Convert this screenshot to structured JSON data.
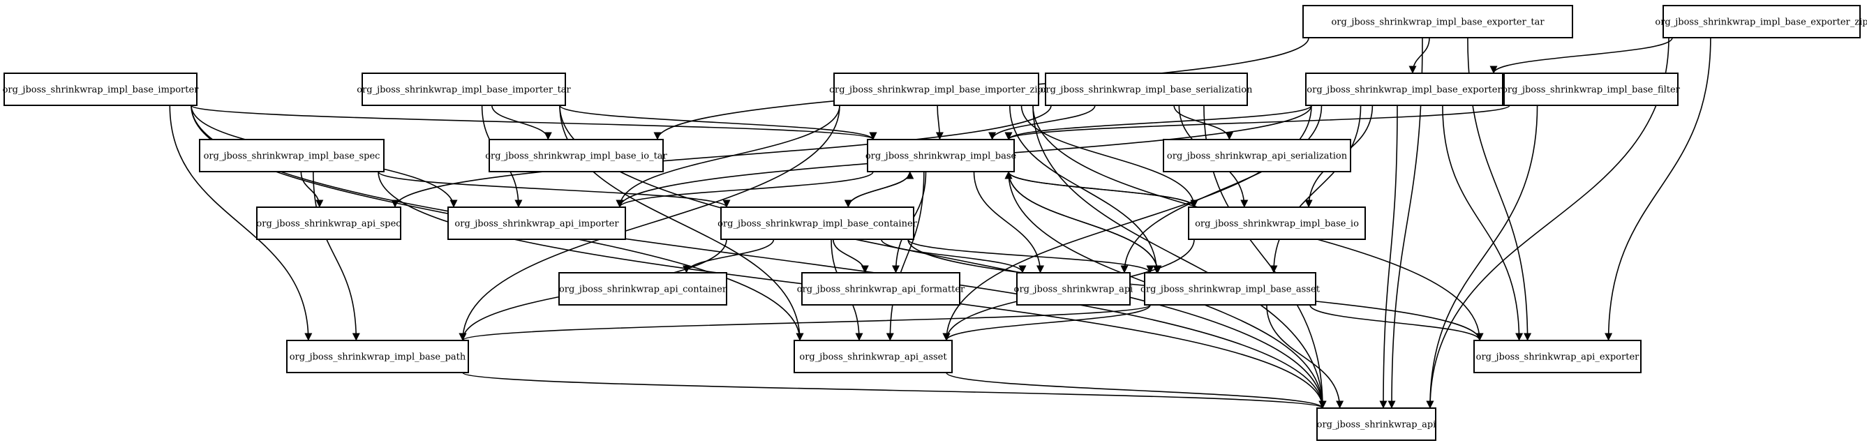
{
  "diagram": {
    "nodes": [
      {
        "id": "exporter_tar",
        "label": "org_jboss_shrinkwrap_impl_base_exporter_tar"
      },
      {
        "id": "exporter_zip",
        "label": "org_jboss_shrinkwrap_impl_base_exporter_zip"
      },
      {
        "id": "importer",
        "label": "org_jboss_shrinkwrap_impl_base_importer"
      },
      {
        "id": "importer_tar",
        "label": "org_jboss_shrinkwrap_impl_base_importer_tar"
      },
      {
        "id": "importer_zip",
        "label": "org_jboss_shrinkwrap_impl_base_importer_zip"
      },
      {
        "id": "serialization",
        "label": "org_jboss_shrinkwrap_impl_base_serialization"
      },
      {
        "id": "exporter",
        "label": "org_jboss_shrinkwrap_impl_base_exporter"
      },
      {
        "id": "filter",
        "label": "org_jboss_shrinkwrap_impl_base_filter"
      },
      {
        "id": "spec",
        "label": "org_jboss_shrinkwrap_impl_base_spec"
      },
      {
        "id": "base",
        "label": "org_jboss_shrinkwrap_impl_base"
      },
      {
        "id": "io_tar",
        "label": "org_jboss_shrinkwrap_impl_base_io_tar"
      },
      {
        "id": "api_serialization",
        "label": "org_jboss_shrinkwrap_api_serialization"
      },
      {
        "id": "api_spec",
        "label": "org_jboss_shrinkwrap_api_spec"
      },
      {
        "id": "api_importer",
        "label": "org_jboss_shrinkwrap_api_importer"
      },
      {
        "id": "container",
        "label": "org_jboss_shrinkwrap_impl_base_container"
      },
      {
        "id": "io",
        "label": "org_jboss_shrinkwrap_impl_base_io"
      },
      {
        "id": "api_container",
        "label": "org_jboss_shrinkwrap_api_container"
      },
      {
        "id": "api_formatter",
        "label": "org_jboss_shrinkwrap_api_formatter"
      },
      {
        "id": "shrinkwrap_api_mid",
        "label": "org_jboss_shrinkwrap_api"
      },
      {
        "id": "asset",
        "label": "org_jboss_shrinkwrap_impl_base_asset"
      },
      {
        "id": "path",
        "label": "org_jboss_shrinkwrap_impl_base_path"
      },
      {
        "id": "api_asset",
        "label": "org_jboss_shrinkwrap_api_asset"
      },
      {
        "id": "api_exporter",
        "label": "org_jboss_shrinkwrap_api_exporter"
      },
      {
        "id": "shrinkwrap_api",
        "label": "org_jboss_shrinkwrap_api"
      }
    ],
    "edges": [
      [
        "exporter_tar",
        "exporter"
      ],
      [
        "exporter_tar",
        "io_tar"
      ],
      [
        "exporter_tar",
        "api_exporter"
      ],
      [
        "exporter_tar",
        "shrinkwrap_api"
      ],
      [
        "exporter_zip",
        "exporter"
      ],
      [
        "exporter_zip",
        "api_exporter"
      ],
      [
        "exporter_zip",
        "shrinkwrap_api"
      ],
      [
        "importer",
        "base"
      ],
      [
        "importer",
        "api_importer"
      ],
      [
        "importer",
        "path"
      ],
      [
        "importer",
        "api_asset"
      ],
      [
        "importer",
        "shrinkwrap_api"
      ],
      [
        "importer_tar",
        "base"
      ],
      [
        "importer_tar",
        "io_tar"
      ],
      [
        "importer_tar",
        "api_importer"
      ],
      [
        "importer_tar",
        "api_asset"
      ],
      [
        "importer_tar",
        "shrinkwrap_api"
      ],
      [
        "importer_zip",
        "base"
      ],
      [
        "importer_zip",
        "api_importer"
      ],
      [
        "importer_zip",
        "io"
      ],
      [
        "importer_zip",
        "asset"
      ],
      [
        "importer_zip",
        "path"
      ],
      [
        "importer_zip",
        "api_exporter"
      ],
      [
        "importer_zip",
        "shrinkwrap_api"
      ],
      [
        "serialization",
        "base"
      ],
      [
        "serialization",
        "api_serialization"
      ],
      [
        "serialization",
        "io"
      ],
      [
        "serialization",
        "api_spec"
      ],
      [
        "serialization",
        "shrinkwrap_api"
      ],
      [
        "exporter",
        "base"
      ],
      [
        "exporter",
        "io"
      ],
      [
        "exporter",
        "asset"
      ],
      [
        "exporter",
        "api_exporter"
      ],
      [
        "exporter",
        "api_asset"
      ],
      [
        "exporter",
        "shrinkwrap_api_mid"
      ],
      [
        "exporter",
        "shrinkwrap_api"
      ],
      [
        "exporter",
        "api_importer"
      ],
      [
        "filter",
        "base"
      ],
      [
        "filter",
        "shrinkwrap_api"
      ],
      [
        "spec",
        "api_spec"
      ],
      [
        "spec",
        "container"
      ],
      [
        "spec",
        "path"
      ],
      [
        "spec",
        "shrinkwrap_api"
      ],
      [
        "base",
        "container"
      ],
      [
        "base",
        "io"
      ],
      [
        "base",
        "api_formatter"
      ],
      [
        "base",
        "shrinkwrap_api_mid"
      ],
      [
        "base",
        "asset"
      ],
      [
        "base",
        "api_asset"
      ],
      [
        "base",
        "api_importer"
      ],
      [
        "base",
        "shrinkwrap_api"
      ],
      [
        "container",
        "base"
      ],
      [
        "container",
        "api_container"
      ],
      [
        "container",
        "api_formatter"
      ],
      [
        "container",
        "shrinkwrap_api_mid"
      ],
      [
        "container",
        "asset"
      ],
      [
        "container",
        "path"
      ],
      [
        "container",
        "api_asset"
      ],
      [
        "container",
        "api_exporter"
      ],
      [
        "io",
        "base"
      ],
      [
        "io",
        "api_asset"
      ],
      [
        "asset",
        "base"
      ],
      [
        "asset",
        "path"
      ],
      [
        "asset",
        "api_asset"
      ],
      [
        "asset",
        "api_exporter"
      ],
      [
        "asset",
        "shrinkwrap_api"
      ],
      [
        "path",
        "shrinkwrap_api"
      ],
      [
        "api_asset",
        "shrinkwrap_api"
      ]
    ]
  }
}
